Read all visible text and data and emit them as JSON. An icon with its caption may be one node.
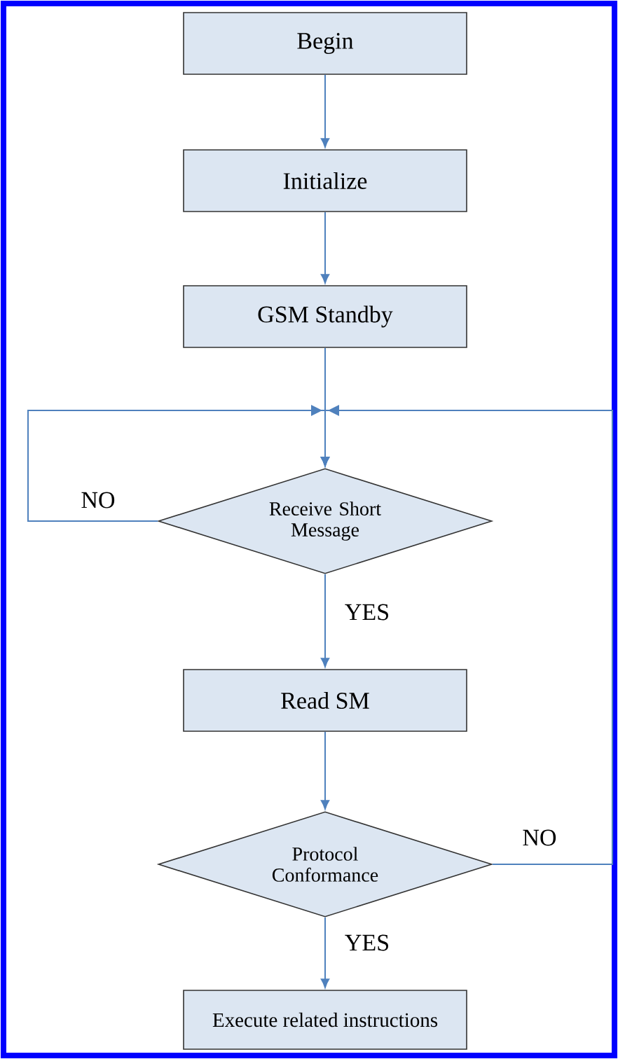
{
  "diagram": {
    "nodes": [
      {
        "text": [
          "Begin"
        ]
      },
      {
        "text": [
          "Initialize"
        ]
      },
      {
        "text": [
          "GSM Standby"
        ]
      },
      {
        "text": [
          "Receive Short Message"
        ]
      },
      {
        "text": [
          "Read SM"
        ]
      },
      {
        "text": [
          "Protocol Conformance"
        ]
      },
      {
        "text": [
          "Execute related instructions"
        ]
      }
    ],
    "edges": [
      {
        "from": 0,
        "to": 1,
        "arrow": "to"
      },
      {
        "from": 1,
        "to": 2,
        "arrow": "to"
      },
      {
        "from": 2,
        "to": 3,
        "arrow": "to"
      },
      {
        "from": 3,
        "to": 4,
        "arrow": "to",
        "label": "YES"
      },
      {
        "from": 4,
        "to": 5,
        "arrow": "to"
      },
      {
        "from": 5,
        "to": 6,
        "arrow": "to",
        "label": "YES"
      },
      {
        "from": 3,
        "to": 3,
        "arrow": "to",
        "label": "NO"
      },
      {
        "from": 5,
        "to": 3,
        "arrow": "to",
        "label": "NO"
      }
    ]
  }
}
